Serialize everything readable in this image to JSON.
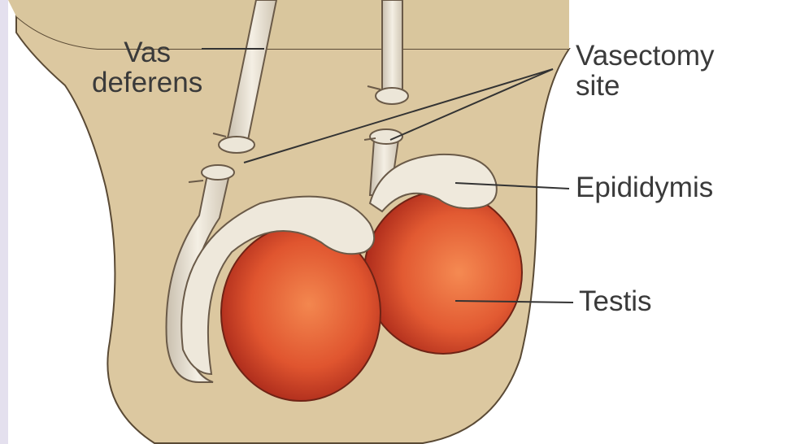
{
  "labels": {
    "vas_deferens": "Vas\ndeferens",
    "vasectomy_site": "Vasectomy\nsite",
    "epididymis": "Epididymis",
    "testis": "Testis"
  },
  "colors": {
    "skin": "#dcc8a0",
    "outline": "#5a4a35",
    "duct": "#e9e2d3",
    "epididymis": "#efe9dc",
    "testis_dark": "#b9301f",
    "testis_light": "#f07a4a",
    "leader": "#333333"
  }
}
